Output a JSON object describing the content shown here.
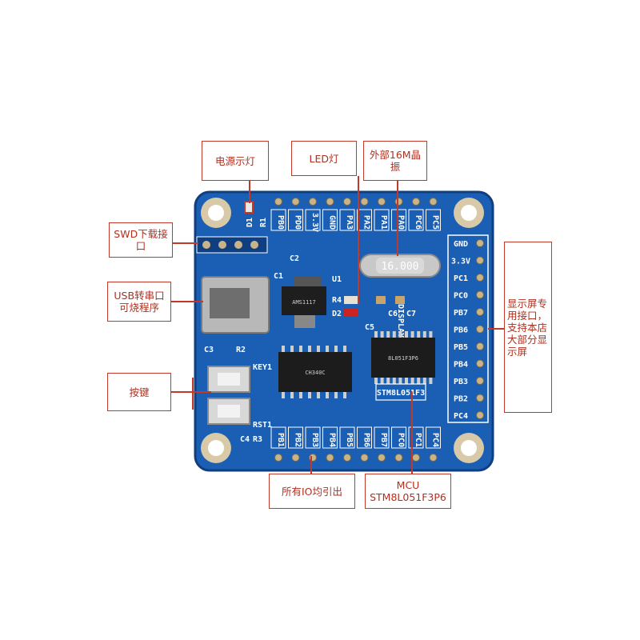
{
  "callouts": {
    "power_led": "电源示灯",
    "led": "LED灯",
    "crystal": "外部16M晶振",
    "swd": "SWD下载接口",
    "usb": "USB转串口可烧程序",
    "key": "按键",
    "display": "显示屏专用接口，支持本店大部分显示屏",
    "io": "所有IO均引出",
    "mcu": "MCU STM8L051F3P6"
  },
  "board": {
    "top_header_labels": [
      "PB0",
      "PD0",
      "3.3V",
      "GND",
      "PA3",
      "PA2",
      "PA1",
      "PA0",
      "PC6",
      "PC5"
    ],
    "bottom_header_labels": [
      "PB1",
      "PB2",
      "PB3",
      "PB4",
      "PB5",
      "PB6",
      "PB7",
      "PC0",
      "PC1",
      "PC4"
    ],
    "display_port_labels": [
      "GND",
      "3.3V",
      "PC1",
      "PC0",
      "PB7",
      "PB6",
      "PB5",
      "PB4",
      "PB3",
      "PB2",
      "PC4"
    ],
    "display_port_title": "DISPLAY PORT",
    "mcu_label": "STM8L051F3",
    "crystal_label": "16.000",
    "ch340_text": "CH340C",
    "ldo_text": "AMS1117",
    "mcu_chip_text": "8L051F3P6",
    "silkscreen": {
      "d1": "D1",
      "r1": "R1",
      "r2": "R2",
      "r3": "R3",
      "r4": "R4",
      "c1": "C1",
      "c2": "C2",
      "c3": "C3",
      "c4": "C4",
      "c5": "C5",
      "c6": "C6",
      "c7": "C7",
      "d2": "D2",
      "u1": "U1",
      "key1": "KEY1",
      "rst1": "RST1"
    }
  },
  "colors": {
    "pcb": "#1a5fb4",
    "pcb_edge": "#0f3f80",
    "callout_border": "#c0392b",
    "callout_text": "#b03020"
  }
}
